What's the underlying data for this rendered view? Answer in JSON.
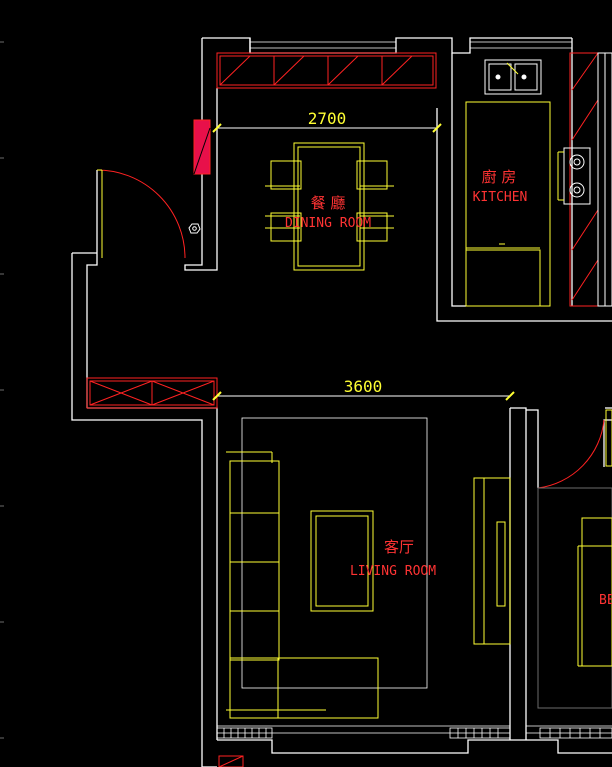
{
  "colors": {
    "background": "#000000",
    "wall": "#ffffff",
    "furniture": "#ffff33",
    "label": "#ff3333",
    "hatch": "#ff2222",
    "grid": "#6b6b6b"
  },
  "dimensions": {
    "dining_width": "2700",
    "living_width": "3600"
  },
  "rooms": {
    "dining": {
      "cn": "餐  廳",
      "en": "DINING ROOM"
    },
    "kitchen": {
      "cn": "廚 房",
      "en": "KITCHEN"
    },
    "living": {
      "cn": "客厅",
      "en": "LIVING ROOM"
    },
    "bedroom_partial": {
      "en": "BE"
    }
  },
  "icons": {
    "sink": "sink-icon",
    "stove": "stove-icon",
    "door_swing": "door-swing-icon",
    "column_marker": "column-marker-icon"
  }
}
